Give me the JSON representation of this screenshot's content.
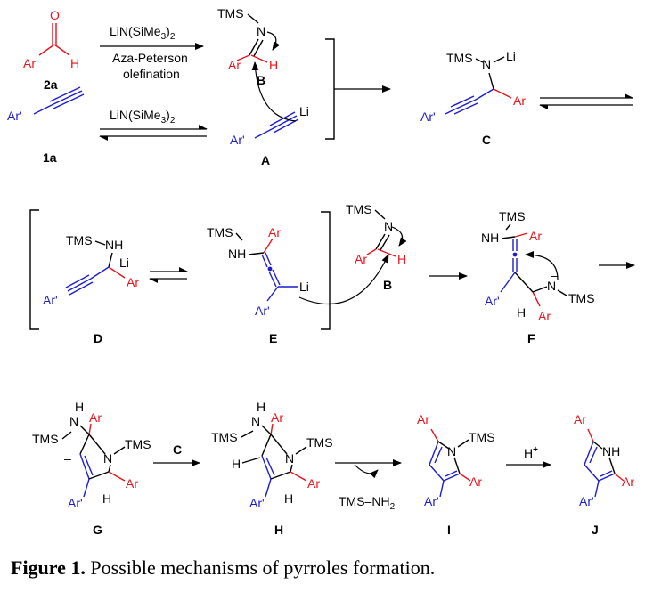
{
  "caption": {
    "figure_label": "Figure 1.",
    "text": " Possible mechanisms of pyrroles formation."
  },
  "labels": {
    "aldehyde": "2a",
    "alkyne": "1a",
    "A": "A",
    "B": "B",
    "C": "C",
    "D": "D",
    "E": "E",
    "F": "F",
    "G": "G",
    "H": "H",
    "I": "I",
    "J": "J"
  },
  "reagents": {
    "top_arrow_line1": "LiN(SiMe",
    "top_arrow_sub": "3",
    "top_arrow_line1_end": ")",
    "top_arrow_sub2": "2",
    "top_arrow_line2": "Aza-Peterson",
    "top_arrow_line3": "olefination",
    "bottom_arrow": "LiN(SiMe",
    "step_G_H": "C",
    "byproduct": "TMS–NH",
    "byproduct_sub": "2",
    "acid": "H",
    "acid_charge": "+"
  },
  "atoms": {
    "Ar": "Ar",
    "Arp": "Ar'",
    "H": "H",
    "O": "O",
    "N": "N",
    "Li": "Li",
    "TMS": "TMS",
    "NH": "NH",
    "minus": "–"
  },
  "colors": {
    "red": "#e8131c",
    "blue": "#1c1ccf",
    "black": "#000000"
  }
}
